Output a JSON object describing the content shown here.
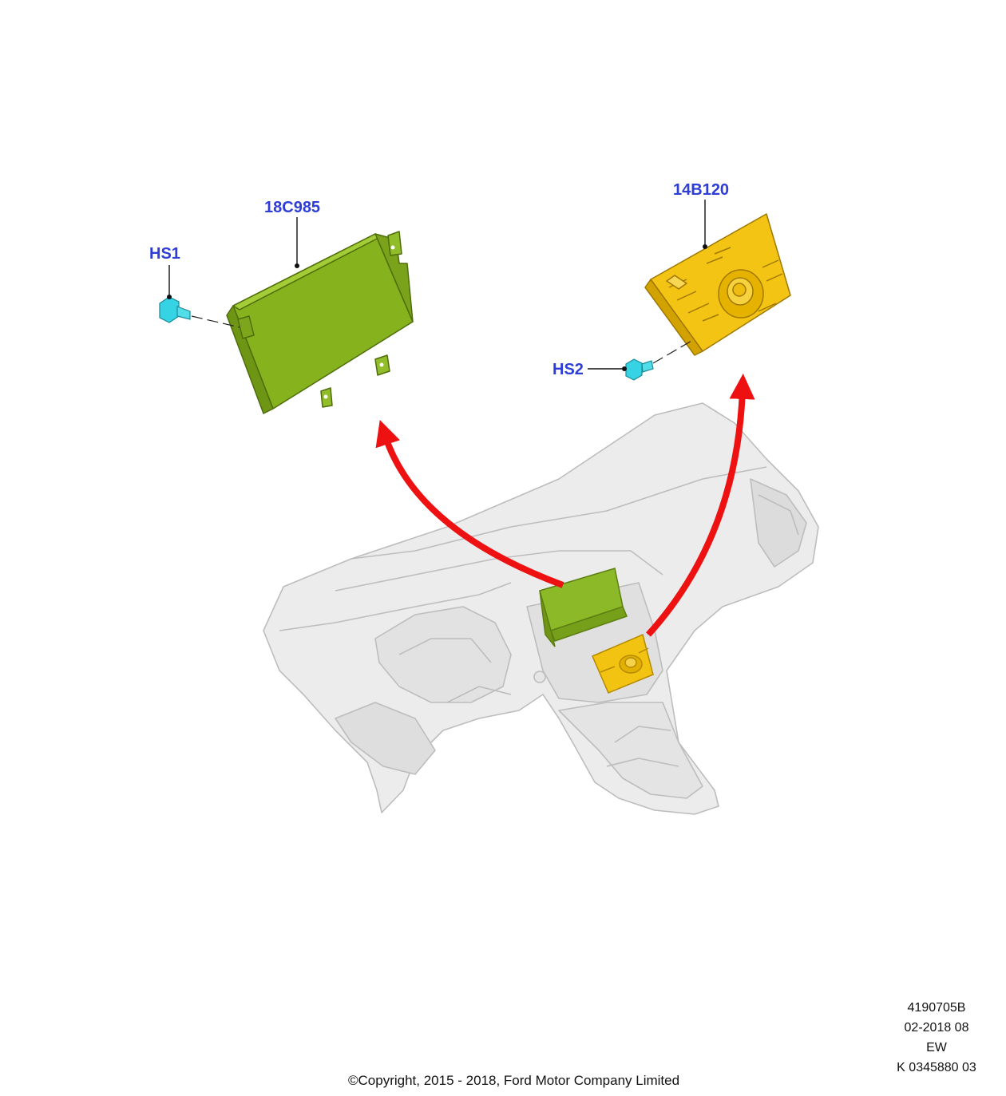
{
  "callouts": {
    "hs1": "HS1",
    "module_18c985": "18C985",
    "module_14b120": "14B120",
    "hs2": "HS2"
  },
  "footer": {
    "figure_id": "4190705B",
    "date_code": "02-2018 08",
    "region": "EW",
    "ref_code": "K 0345880 03",
    "copyright": "©Copyright, 2015 - 2018, Ford Motor Company Limited"
  },
  "colors": {
    "callout_text": "#2d3dd6",
    "module_green": "#86b21e",
    "module_yellow": "#f3c311",
    "fastener_cyan": "#35d3e3",
    "arrow_red": "#ee1111",
    "dashboard_gray": "#e8e8e8"
  },
  "icons": [
    "bolt-icon",
    "arrow-icon"
  ]
}
